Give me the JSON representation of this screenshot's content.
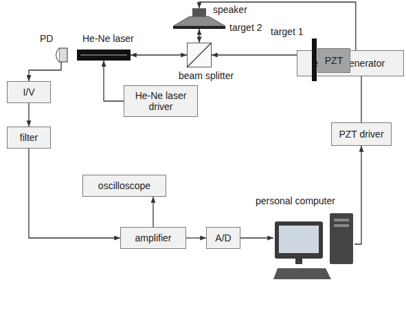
{
  "diagram": {
    "nodes": [
      {
        "text": [
          "speaker",
          "target 2"
        ]
      },
      {
        "text": [
          "signal generator"
        ]
      },
      {
        "text": [
          "PD"
        ]
      },
      {
        "text": [
          "He-Ne laser"
        ]
      },
      {
        "text": [
          "beam splitter"
        ]
      },
      {
        "text": [
          "target 1"
        ]
      },
      {
        "text": [
          "PZT"
        ]
      },
      {
        "text": [
          "I/V"
        ]
      },
      {
        "text": [
          "He-Ne laser driver"
        ]
      },
      {
        "text": [
          "PZT driver"
        ]
      },
      {
        "text": [
          "filter"
        ]
      },
      {
        "text": [
          "oscilloscope"
        ]
      },
      {
        "text": [
          "amplifier"
        ]
      },
      {
        "text": [
          "A/D"
        ]
      },
      {
        "text": [
          "personal computer"
        ]
      }
    ],
    "edges": [
      {
        "from": 1,
        "to": 0,
        "arrow": "to"
      },
      {
        "from": 0,
        "to": 4,
        "arrow": "both"
      },
      {
        "from": 3,
        "to": 4,
        "arrow": "both"
      },
      {
        "from": 4,
        "to": 5,
        "arrow": "both"
      },
      {
        "from": 2,
        "to": 7,
        "arrow": "to"
      },
      {
        "from": 7,
        "to": 10,
        "arrow": "to"
      },
      {
        "from": 8,
        "to": 3,
        "arrow": "to"
      },
      {
        "from": 10,
        "to": 12,
        "arrow": "to"
      },
      {
        "from": 12,
        "to": 11,
        "arrow": "to"
      },
      {
        "from": 12,
        "to": 13,
        "arrow": "to"
      },
      {
        "from": 13,
        "to": 14,
        "arrow": "to"
      },
      {
        "from": 14,
        "to": 9,
        "arrow": "to"
      },
      {
        "from": 9,
        "to": 6,
        "arrow": "to"
      }
    ]
  }
}
